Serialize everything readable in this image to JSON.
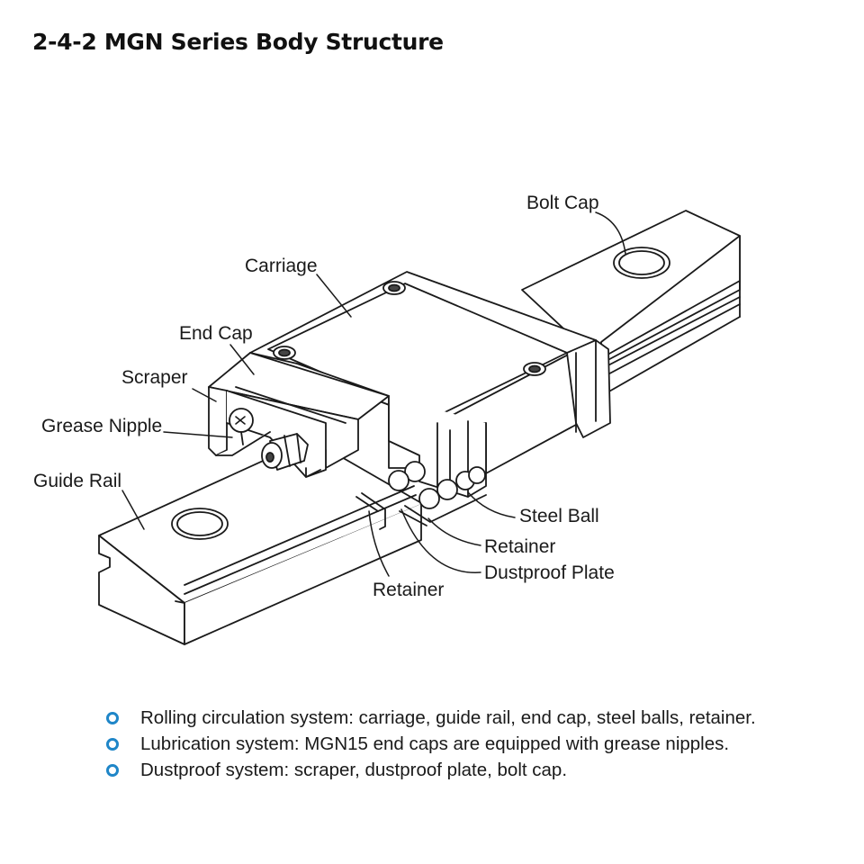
{
  "title": "2-4-2 MGN Series Body Structure",
  "colors": {
    "bullet": "#1f86c8",
    "line": "#1a1a1a"
  },
  "labels": {
    "bolt_cap": "Bolt Cap",
    "carriage": "Carriage",
    "end_cap": "End Cap",
    "scraper": "Scraper",
    "grease_nipple": "Grease Nipple",
    "guide_rail": "Guide Rail",
    "steel_ball": "Steel Ball",
    "retainer_right": "Retainer",
    "dustproof_plate": "Dustproof Plate",
    "retainer_bottom": "Retainer"
  },
  "bullets": [
    "Rolling circulation system: carriage, guide rail, end cap, steel balls, retainer.",
    "Lubrication system: MGN15 end caps are equipped with grease nipples.",
    "Dustproof system: scraper, dustproof plate, bolt cap."
  ]
}
